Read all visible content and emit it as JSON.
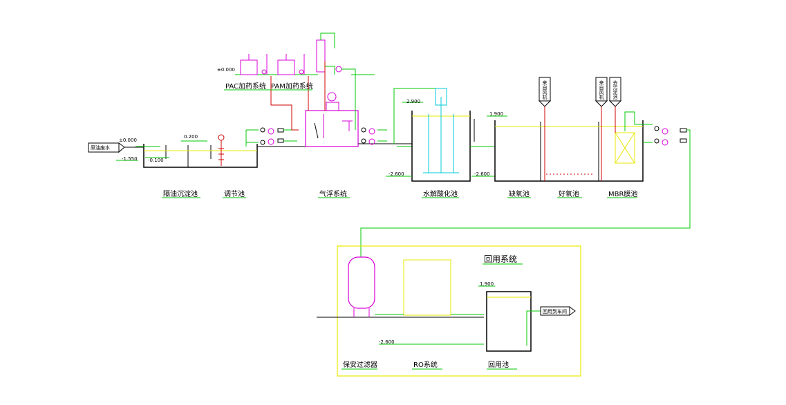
{
  "levels": {
    "top_left": "±0.000",
    "inlet": "±0.000",
    "inlet_bottom": "-1.550",
    "tank1_water": "0.200",
    "tank1_inner": "-0.100",
    "hydrolysis_top": "2.900",
    "hydrolysis_bottom": "-2.600",
    "anoxic_top": "1.900",
    "anoxic_bottom": "-2.600",
    "reuse_top": "1.900",
    "ro_bottom": "-2.600"
  },
  "inlet_label": "原油废水",
  "dosing": {
    "pac": "PAC加药系统",
    "pam": "PAM加药系统"
  },
  "units": {
    "oil_tank": "隔油沉淀池",
    "equalization": "调节池",
    "flotation": "气浮系统",
    "hydrolysis": "水解酸化池",
    "anoxic": "缺氧池",
    "aerobic": "好氧池",
    "mbr": "MBR膜池"
  },
  "vertical_tags": {
    "tag1": "来自风机",
    "tag2": "来自风机",
    "tag3": "去污泥池"
  },
  "reuse": {
    "title": "回用系统",
    "filter": "保安过滤器",
    "ro": "RO系统",
    "pool": "回用池",
    "outlet": "回用到车间"
  },
  "colors": {
    "pipe_green": "#00c800",
    "tank_black": "#000000",
    "yellow": "#e8e800",
    "magenta": "#d800d8",
    "red": "#d00000",
    "cyan": "#00c8d8"
  }
}
